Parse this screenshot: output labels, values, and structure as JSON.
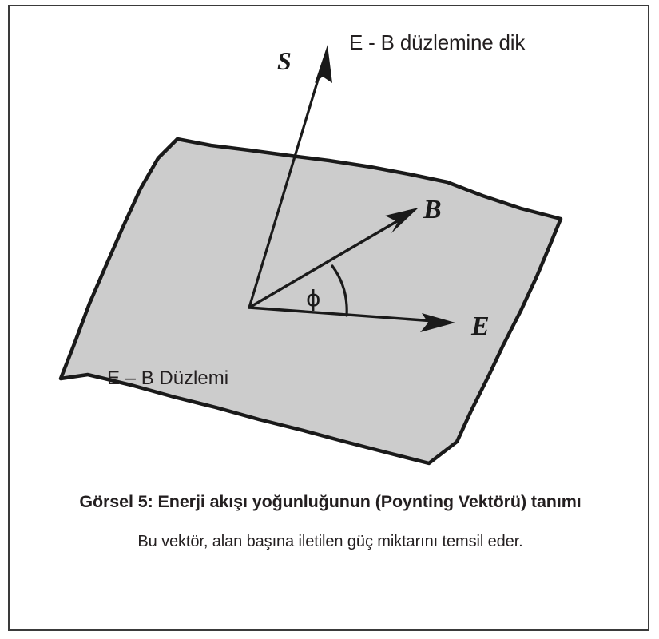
{
  "figure": {
    "frame_border_color": "#3a3a3a",
    "background_color": "#ffffff",
    "plane_fill_color": "#cccccc",
    "plane_stroke_color": "#1a1a1a",
    "vector_color": "#1a1a1a"
  },
  "diagram": {
    "top_note": "E - B düzlemine dik",
    "plane_label": "E – B Düzlemi",
    "vector_s_label": "S",
    "vector_b_label": "B",
    "vector_e_label": "E",
    "angle_label": "ϕ"
  },
  "caption": {
    "title": "Görsel 5: Enerji akışı yoğunluğunun (Poynting Vektörü) tanımı",
    "subtitle": "Bu vektör, alan başına iletilen güç miktarını temsil eder."
  }
}
